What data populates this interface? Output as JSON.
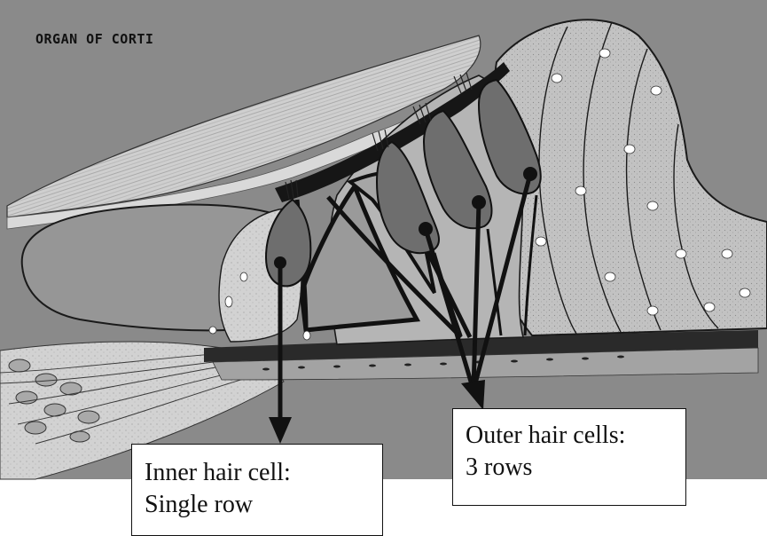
{
  "title": "ORGAN OF CORTI",
  "labels": {
    "outer": {
      "line1": "Outer hair cells:",
      "line2": "3 rows"
    },
    "inner": {
      "line1": "Inner hair cell:",
      "line2": "Single row"
    }
  },
  "colors": {
    "background": "#8a8a8a",
    "membrane": "#c9c9c9",
    "tissue_light": "#bdbdbd",
    "hair_cell": "#6e6e6e",
    "outline": "#111111"
  }
}
